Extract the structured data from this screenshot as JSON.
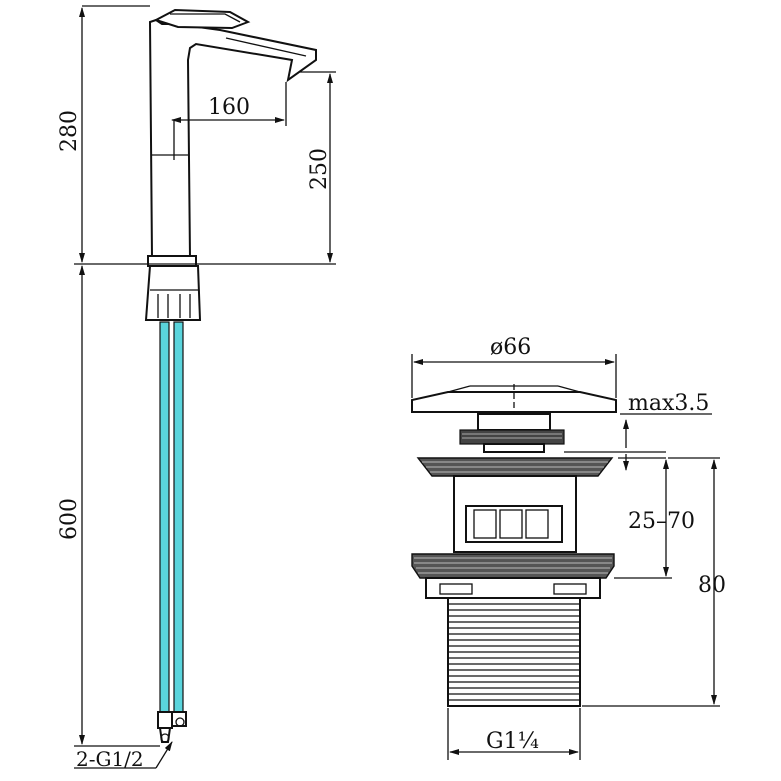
{
  "faucet": {
    "dim_height_total": "280",
    "dim_reach": "160",
    "dim_spout_height": "250",
    "dim_hose_length": "600",
    "dim_hose_thread": "2-G1/2",
    "hose_color": "#5ad4dc"
  },
  "drain": {
    "dim_cap_diameter": "ø66",
    "dim_cap_gap": "max3.5",
    "dim_basin_thickness": "25–70",
    "dim_total_height": "80",
    "dim_thread": "G1¼"
  }
}
